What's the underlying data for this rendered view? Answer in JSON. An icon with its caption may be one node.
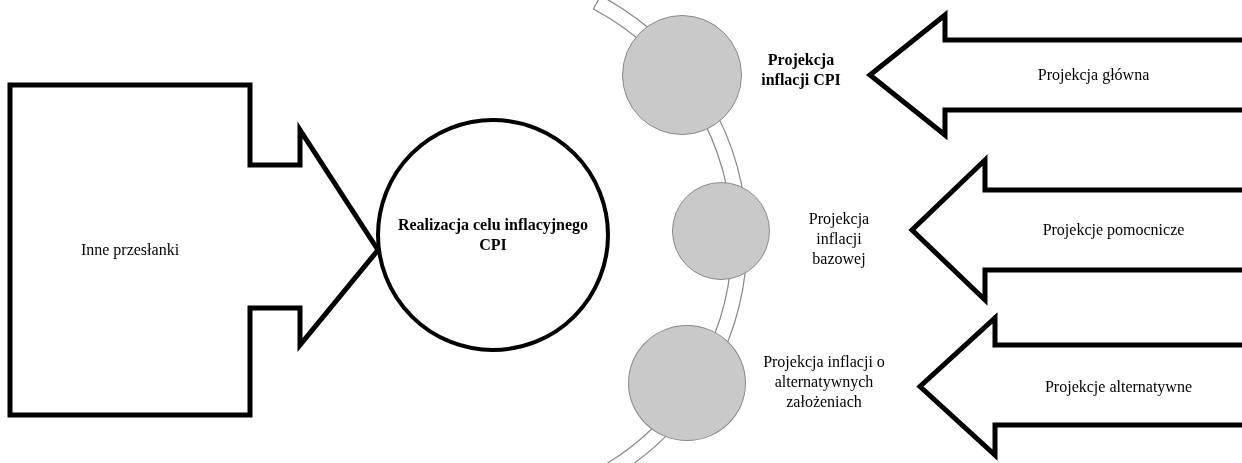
{
  "diagram": {
    "nodes": [
      {
        "text": [
          "Inne przesłanki"
        ]
      },
      {
        "text": [
          "Realizacja celu inflacyjnego CPI"
        ]
      },
      {
        "text": [],
        "shape": "circle",
        "beside": [
          "Projekcja inflacji CPI"
        ]
      },
      {
        "text": [],
        "shape": "circle",
        "beside": [
          "Projekcja inflacji bazowej"
        ]
      },
      {
        "text": [],
        "shape": "circle",
        "beside": [
          "Projekcja inflacji o alternatywnych założeniach"
        ]
      },
      {
        "text": [
          "Projekcja główna"
        ]
      },
      {
        "text": [
          "Projekcje pomocnicze"
        ]
      },
      {
        "text": [
          "Projekcje alternatywne"
        ]
      }
    ]
  }
}
